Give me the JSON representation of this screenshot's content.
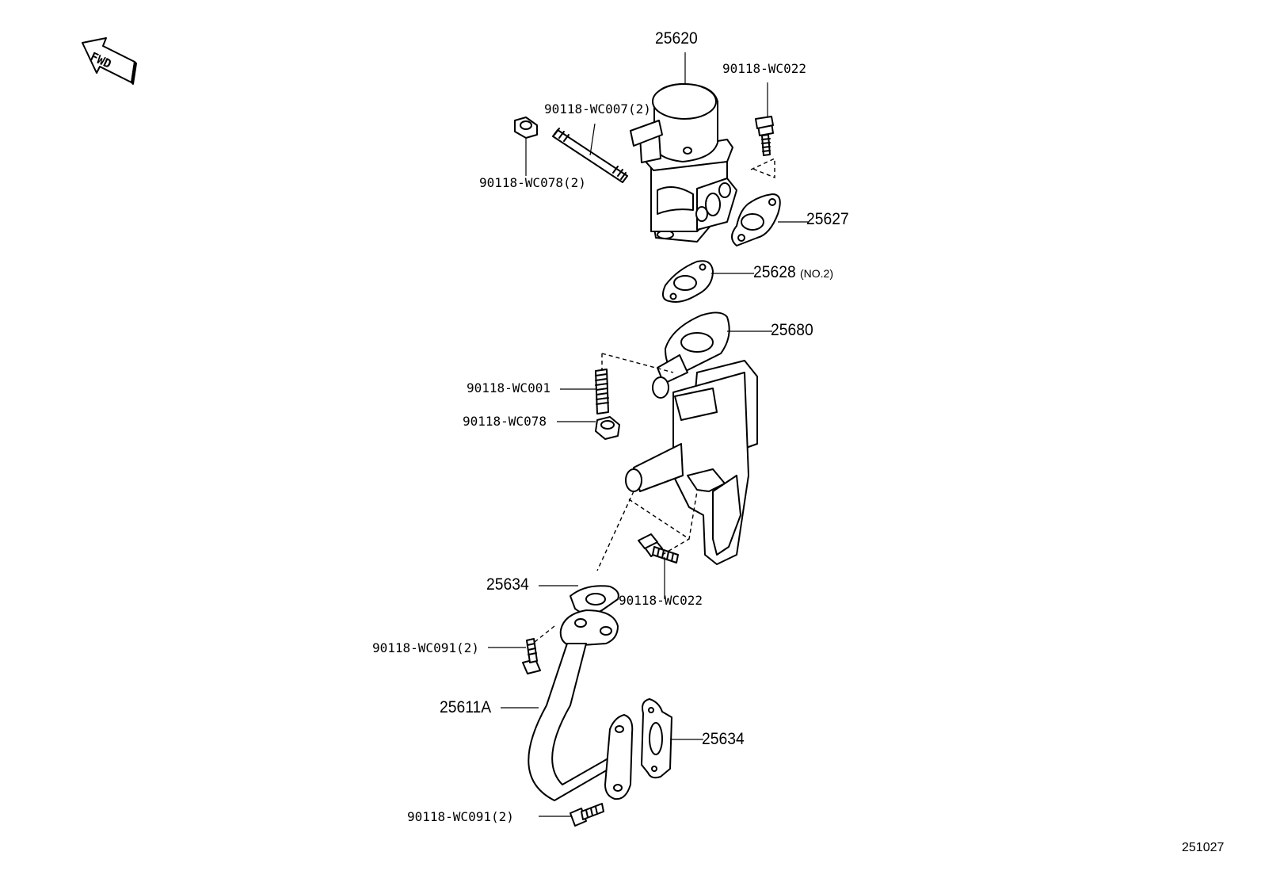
{
  "fwd_badge": "FWD",
  "labels": {
    "p25620": "25620",
    "p90118_wc022_top": "90118-WC022",
    "p90118_wc007": "90118-WC007(2)",
    "p90118_wc078_2": "90118-WC078(2)",
    "p25627": "25627",
    "p25628": "25628",
    "p25628_note": "(NO.2)",
    "p25680": "25680",
    "p90118_wc001": "90118-WC001",
    "p90118_wc078": "90118-WC078",
    "p25634_top": "25634",
    "p90118_wc022_mid": "90118-WC022",
    "p90118_wc091_top": "90118-WC091(2)",
    "p25611a": "25611A",
    "p25634_bottom": "25634",
    "p90118_wc091_bottom": "90118-WC091(2)"
  },
  "diagram_code": "251027"
}
